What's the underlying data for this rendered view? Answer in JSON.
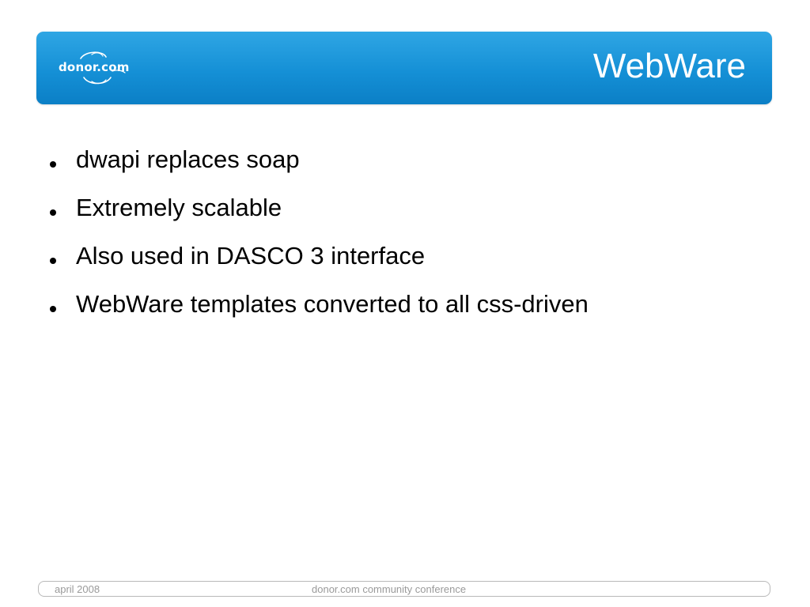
{
  "header": {
    "logo_text": "donor.com",
    "title": "WebWare",
    "gradient_top": "#2fa6e4",
    "gradient_bottom": "#0b7fc6"
  },
  "bullets": [
    "dwapi replaces soap",
    "Extremely scalable",
    "Also used in DASCO 3 interface",
    "WebWare templates converted to all css-driven"
  ],
  "footer": {
    "date": "april 2008",
    "conference": "donor.com community conference"
  }
}
